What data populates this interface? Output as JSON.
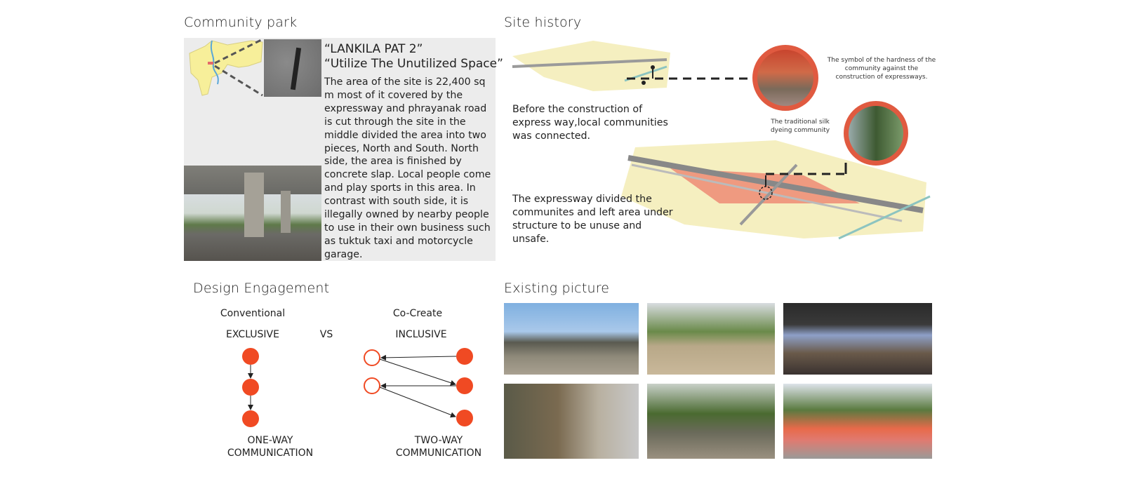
{
  "community_park": {
    "title": "Community park",
    "quote1": "“LANKILA PAT 2”",
    "quote2": "“Utilize The Unutilized Space”",
    "body": "The area of the site is 22,400 sq m most of it covered by the expressway and phrayanak road is cut through the site in the middle divided the area into two pieces, North and South. North side, the area is finished by concrete slap. Local people come and play sports in this area. In contrast with south side, it is illegally owned by nearby people to use in their own business such as tuktuk taxi and motorcycle garage."
  },
  "site_history": {
    "title": "Site history",
    "before_text": "Before the construction of express way,local communities was connected.",
    "after_text": "The expressway divided the communites and left area under structure to be unuse and unsafe.",
    "caption_symbol": "The symbol of the hardness of the community against the construction of expressways.",
    "caption_silk": "The traditional silk dyeing community"
  },
  "design_engagement": {
    "title": "Design Engagement",
    "left_heading": "Conventional",
    "left_type": "EXCLUSIVE",
    "vs": "VS",
    "right_heading": "Co-Create",
    "right_type": "INCLUSIVE",
    "left_result_1": "ONE-WAY",
    "left_result_2": "COMMUNICATION",
    "right_result_1": "TWO-WAY",
    "right_result_2": "COMMUNICATION",
    "accent": "#f04a23"
  },
  "existing_picture": {
    "title": "Existing picture"
  },
  "colors": {
    "panel": "#ececec",
    "circle_border": "#e05a40",
    "site_yellow": "#f5efc0",
    "site_red": "#ef9a80"
  }
}
